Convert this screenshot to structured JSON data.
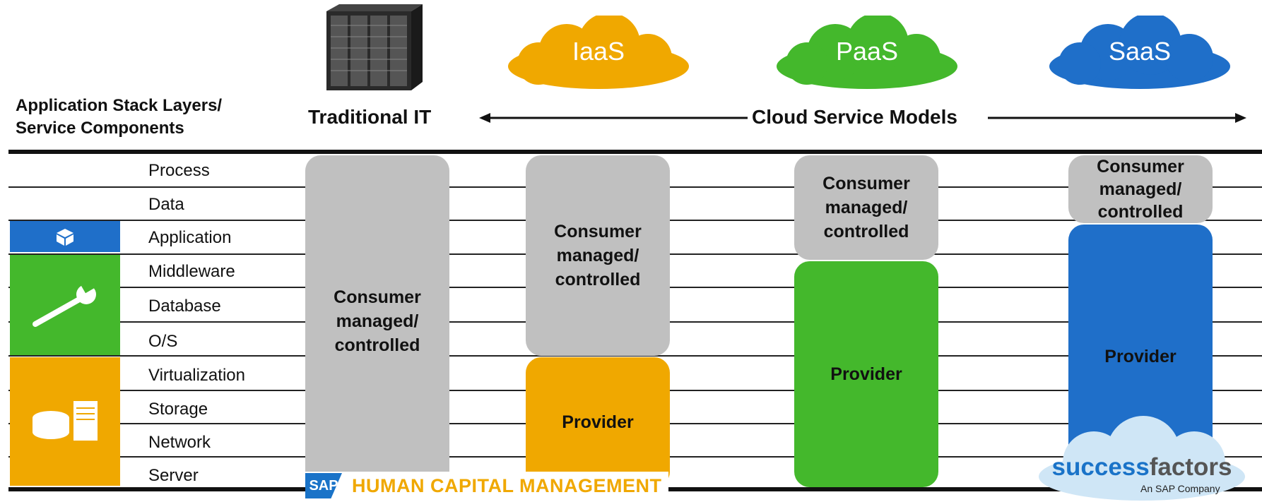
{
  "header": {
    "stack_title_line1": "Application Stack Layers/",
    "stack_title_line2": "Service Components",
    "traditional_it": "Traditional IT",
    "cloud_models": "Cloud Service Models"
  },
  "clouds": [
    {
      "label": "IaaS",
      "color": "#f0a800"
    },
    {
      "label": "PaaS",
      "color": "#44b82c"
    },
    {
      "label": "SaaS",
      "color": "#1f6fc9"
    }
  ],
  "layers": [
    "Process",
    "Data",
    "Application",
    "Middleware",
    "Database",
    "O/S",
    "Virtualization",
    "Storage",
    "Network",
    "Server"
  ],
  "boxes": {
    "traditional": {
      "text": "Consumer managed/ controlled"
    },
    "iaas_consumer": {
      "text": "Consumer managed/ controlled"
    },
    "iaas_provider": {
      "text": "Provider"
    },
    "paas_consumer": {
      "text": "Consumer managed/ controlled"
    },
    "paas_provider": {
      "text": "Provider"
    },
    "saas_consumer": {
      "text": "Consumer managed/ controlled"
    },
    "saas_provider": {
      "text": "Provider"
    }
  },
  "footer": {
    "sap_logo": "SAP",
    "sap_tagline": "HUMAN CAPITAL MANAGEMENT",
    "sf_main": "success",
    "sf_accent": "factors",
    "sf_sub": "An SAP Company"
  },
  "colors": {
    "gray": "#c0c0c0",
    "orange": "#f0a800",
    "green": "#44b82c",
    "blue": "#1f6fc9"
  }
}
